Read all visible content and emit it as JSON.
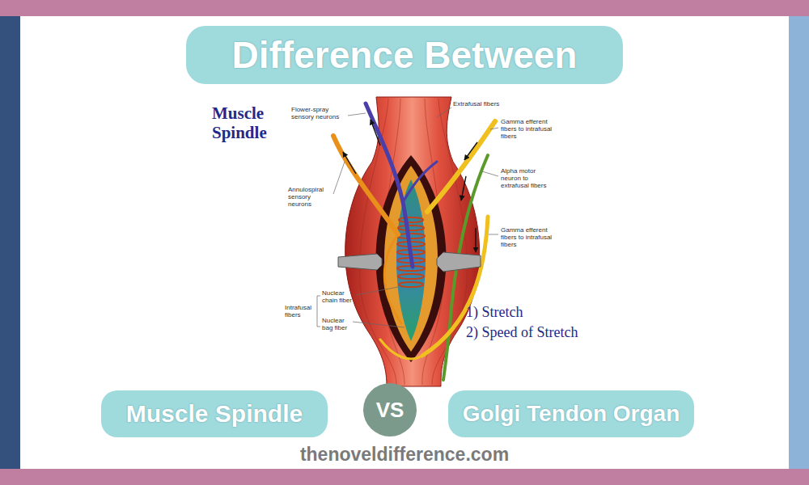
{
  "diagram": {
    "title": "Difference Between",
    "nodes": [
      {
        "text": [
          "Muscle Spindle"
        ]
      },
      {
        "text": [
          "VS"
        ]
      },
      {
        "text": [
          "Golgi Tendon Organ"
        ]
      }
    ],
    "labels": [
      "Muscle Spindle",
      "Flower-spray sensory neurons",
      "Extrafusal fibers",
      "Gamma efferent fibers to intrafusal fibers",
      "Alpha motor neuron to extrafusal fibers",
      "Annulospiral sensory neurons",
      "Gamma efferent fibers to intrafusal fibers",
      "Nuclear chain fiber",
      "Intrafusal fibers",
      "Nuclear bag fiber",
      "1) Stretch",
      "2) Speed of Stretch",
      "thenoveldifference.com"
    ]
  }
}
